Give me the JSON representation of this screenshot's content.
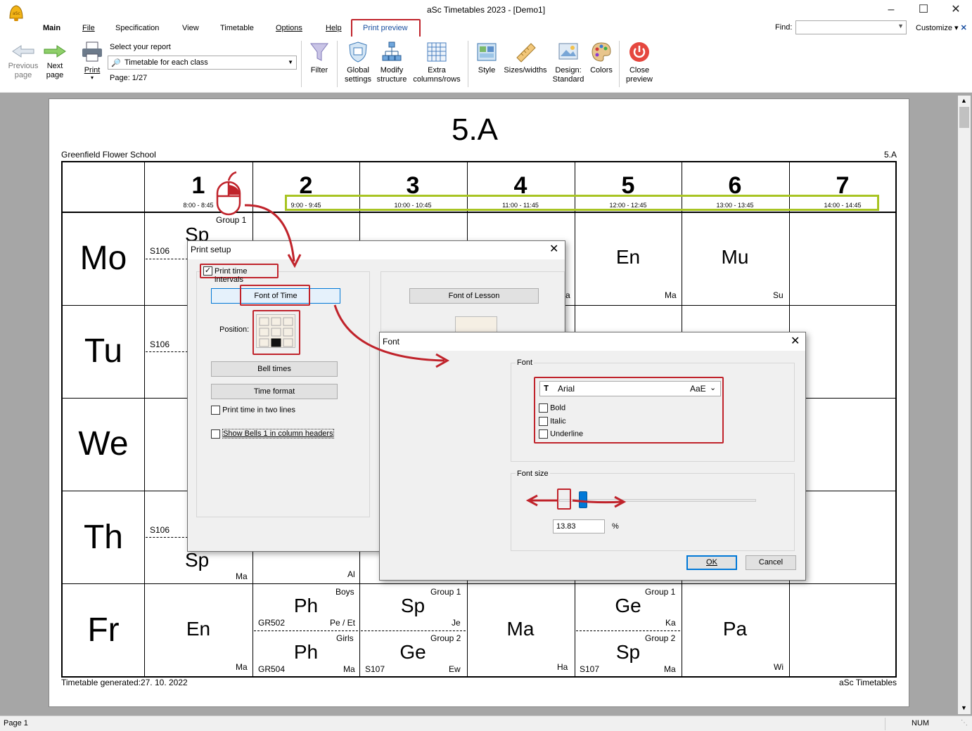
{
  "window": {
    "title": "aSc Timetables 2023  - [Demo1]"
  },
  "menu": [
    "Main",
    "File",
    "Specification",
    "View",
    "Timetable",
    "Options",
    "Help",
    "Print preview"
  ],
  "find": {
    "label": "Find:",
    "value": ""
  },
  "customize": "Customize",
  "ribbon": {
    "previous": "Previous page",
    "next": "Next page",
    "print": "Print",
    "select_report_label": "Select your report",
    "report_value": "Timetable for each class",
    "page_label": "Page: 1/27",
    "filter": "Filter",
    "global": "Global settings",
    "modify": "Modify structure",
    "extra": "Extra columns/rows",
    "style": "Style",
    "sizes": "Sizes/widths",
    "design": "Design: Standard",
    "colors": "Colors",
    "close": "Close preview"
  },
  "sheet": {
    "title": "5.A",
    "school": "Greenfield Flower School",
    "class_code": "5.A",
    "footer_left": "Timetable generated:27. 10. 2022",
    "footer_right": "aSc Timetables",
    "periods": [
      {
        "num": "1",
        "time": "8:00 - 8:45"
      },
      {
        "num": "2",
        "time": "9:00 - 9:45"
      },
      {
        "num": "3",
        "time": "10:00 - 10:45"
      },
      {
        "num": "4",
        "time": "11:00 - 11:45"
      },
      {
        "num": "5",
        "time": "12:00 - 12:45"
      },
      {
        "num": "6",
        "time": "13:00 - 13:45"
      },
      {
        "num": "7",
        "time": "14:00 - 14:45"
      }
    ],
    "days": [
      "Mo",
      "Tu",
      "We",
      "Th",
      "Fr"
    ],
    "cells": {
      "mo1": {
        "group": "Group 1",
        "subj": "Sp",
        "room": "S106"
      },
      "mo4": {
        "teacher": "a"
      },
      "mo5": {
        "subj": "En",
        "teacher": "Ma"
      },
      "mo6": {
        "subj": "Mu",
        "teacher": "Su"
      },
      "tu1": {
        "room": "S106"
      },
      "th1": {
        "room": "S106",
        "subj": "Sp",
        "teacher": "Ma"
      },
      "th2": {
        "teacher": "Al"
      },
      "fr1": {
        "subj": "En",
        "teacher": "Ma"
      },
      "fr2a": {
        "group": "Boys",
        "subj": "Ph",
        "room": "GR502",
        "teacher": "Pe / Et"
      },
      "fr2b": {
        "group": "Girls",
        "subj": "Ph",
        "room": "GR504",
        "teacher": "Ma"
      },
      "fr3a": {
        "group": "Group 1",
        "subj": "Sp",
        "teacher": "Je"
      },
      "fr3b": {
        "group": "Group 2",
        "subj": "Ge",
        "room": "S107",
        "teacher": "Ew"
      },
      "fr4": {
        "subj": "Ma",
        "teacher": "Ha"
      },
      "fr5a": {
        "group": "Group 1",
        "subj": "Ge",
        "teacher": "Ka"
      },
      "fr5b": {
        "group": "Group 2",
        "subj": "Sp",
        "room": "S107",
        "teacher": "Ma"
      },
      "fr6": {
        "subj": "Pa",
        "teacher": "Wi"
      }
    }
  },
  "print_setup": {
    "title": "Print setup",
    "print_time_intervals": "Print time intervals",
    "font_of_time": "Font of Time",
    "font_of_lesson": "Font of Lesson",
    "position": "Position:",
    "bell_times": "Bell times",
    "time_format": "Time format",
    "two_lines": "Print time in two lines",
    "show_bells": "Show Bells 1 in column headers"
  },
  "font_dialog": {
    "title": "Font",
    "group_font": "Font",
    "font_name": "Arial",
    "sample": "AaE",
    "bold": "Bold",
    "italic": "Italic",
    "underline": "Underline",
    "group_size": "Font size",
    "size_value": "13.83",
    "percent": "%",
    "ok": "OK",
    "cancel": "Cancel",
    "slider_position": 0.1
  },
  "status": {
    "page": "Page 1",
    "num": "NUM"
  },
  "colors": {
    "accent_red": "#c0232b",
    "highlight_green": "#a8c423",
    "workspace": "#a6a6a6"
  }
}
